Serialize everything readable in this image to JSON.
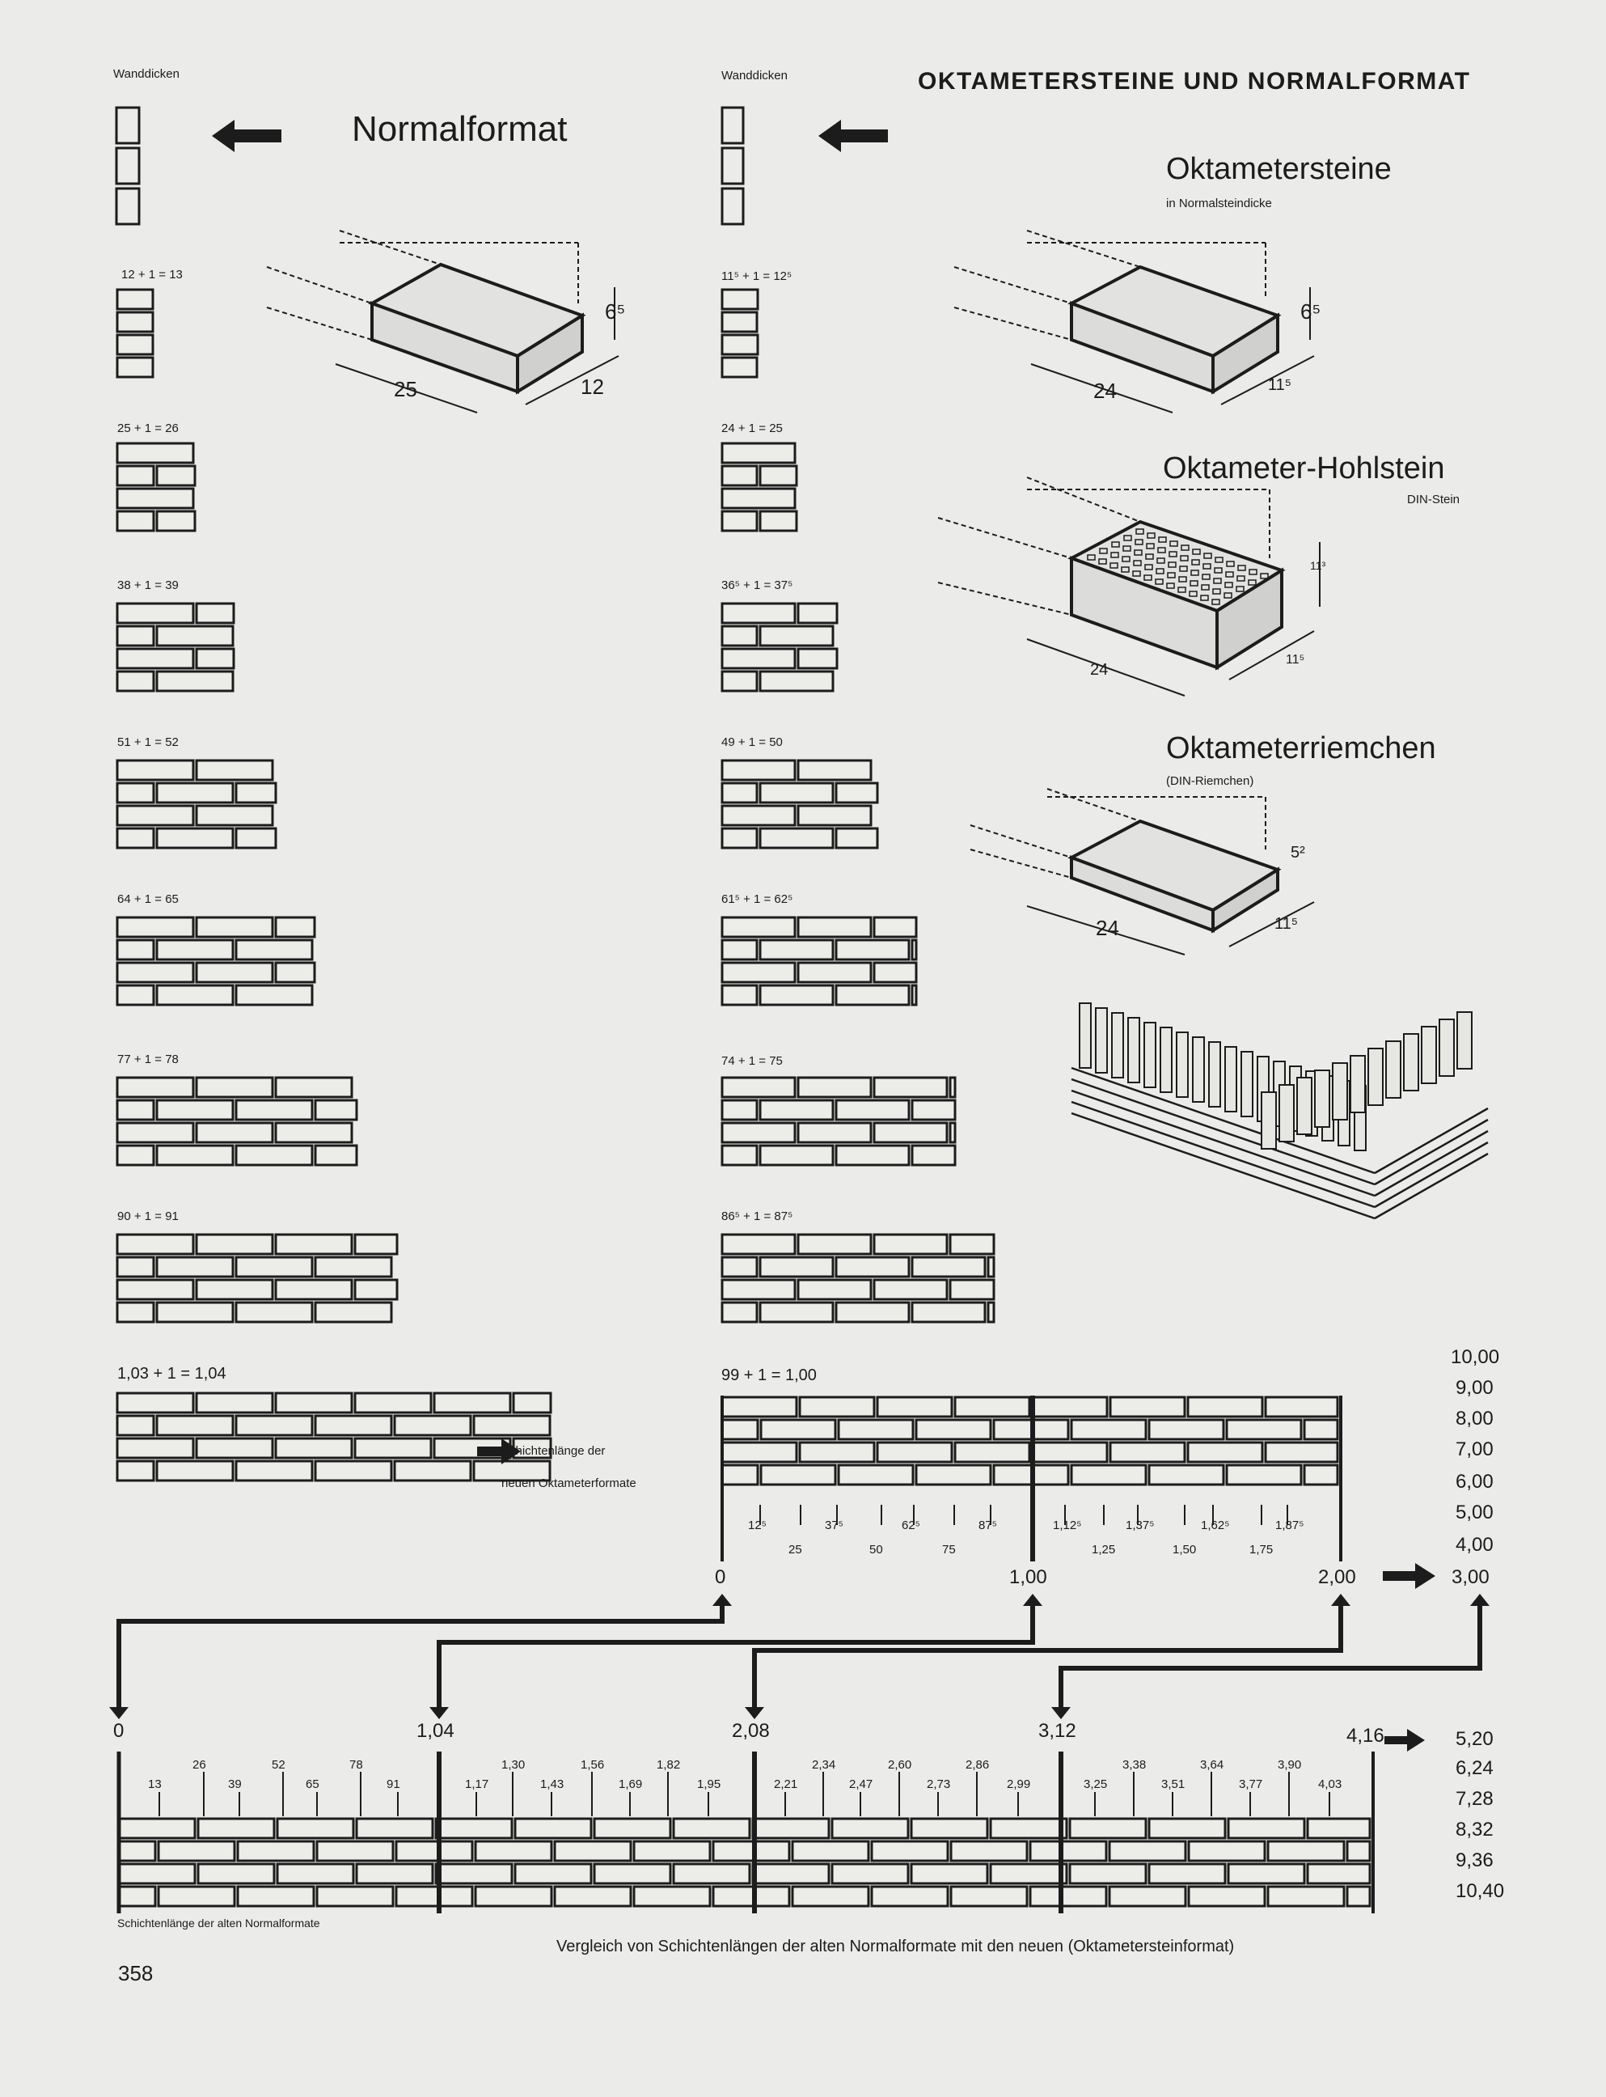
{
  "header": {
    "title": "OKTAMETERSTEINE UND NORMALFORMAT"
  },
  "left": {
    "wall_thickness_label": "Wanddicken",
    "title": "Normalformat",
    "brick_dims": {
      "length": "25",
      "width": "12",
      "height": "6⁵"
    },
    "rows": [
      {
        "label": "12 + 1 = 13"
      },
      {
        "label": "25 + 1 = 26"
      },
      {
        "label": "38   + 1 = 39"
      },
      {
        "label": "51      + 1 = 52"
      },
      {
        "label": "64        + 1 = 65"
      },
      {
        "label": "77          + 1 = 78"
      },
      {
        "label": "90            + 1 = 91"
      },
      {
        "label": "1,03              + 1 = 1,04"
      }
    ]
  },
  "right": {
    "wall_thickness_label": "Wanddicken",
    "rows": [
      {
        "label": "11⁵ + 1 = 12⁵"
      },
      {
        "label": "24 + 1 = 25"
      },
      {
        "label": "36⁵ + 1 = 37⁵"
      },
      {
        "label": "49      + 1 = 50"
      },
      {
        "label": "61⁵       + 1 = 62⁵"
      },
      {
        "label": "74         + 1 = 75"
      },
      {
        "label": "86⁵          + 1 = 87⁵"
      },
      {
        "label": "99             + 1 = 1,00"
      }
    ]
  },
  "products": [
    {
      "title": "Oktametersteine",
      "subtitle": "in Normalsteindicke",
      "dims": {
        "length": "24",
        "width": "11⁵",
        "height": "6⁵"
      }
    },
    {
      "title": "Oktameter-Hohlstein",
      "subtitle": "DIN-Stein",
      "dims": {
        "length": "24",
        "width": "11⁵",
        "height": "11³"
      }
    },
    {
      "title": "Oktameterriemchen",
      "subtitle": "(DIN-Riemchen)",
      "dims": {
        "length": "24",
        "width": "11⁵",
        "height": "5²"
      }
    }
  ],
  "upper_scale": {
    "label_line1": "Schichtenlänge der",
    "label_line2": "neuen Oktameterformate",
    "ticks_top": [
      "12⁵",
      "37⁵",
      "62⁵",
      "87⁵",
      "1,12⁵",
      "1,37⁵",
      "1,62⁵",
      "1,87⁵"
    ],
    "ticks_bottom": [
      "25",
      "50",
      "75",
      "1,25",
      "1,50",
      "1,75"
    ],
    "main": [
      "0",
      "1,00",
      "2,00",
      "3,00"
    ],
    "side_values": [
      "10,00",
      "9,00",
      "8,00",
      "7,00",
      "6,00",
      "5,00",
      "4,00"
    ]
  },
  "lower_scale": {
    "main": [
      "0",
      "1,04",
      "2,08",
      "3,12",
      "4,16",
      "5,20"
    ],
    "ticks_top": [
      "26",
      "52",
      "78",
      "1,30",
      "1,56",
      "1,82",
      "2,34",
      "2,60",
      "2,86",
      "3,38",
      "3,64",
      "3,90"
    ],
    "ticks_bottom": [
      "13",
      "39",
      "65",
      "91",
      "1,17",
      "1,43",
      "1,69",
      "1,95",
      "2,21",
      "2,47",
      "2,73",
      "2,99",
      "3,25",
      "3,51",
      "3,77",
      "4,03"
    ],
    "side_values": [
      "6,24",
      "7,28",
      "8,32",
      "9,36",
      "10,40"
    ],
    "label": "Schichtenlänge der alten Normalformate"
  },
  "caption": "Vergleich von Schichtenlängen der alten Normalformate mit den neuen (Oktametersteinformat)",
  "page_number": "358"
}
